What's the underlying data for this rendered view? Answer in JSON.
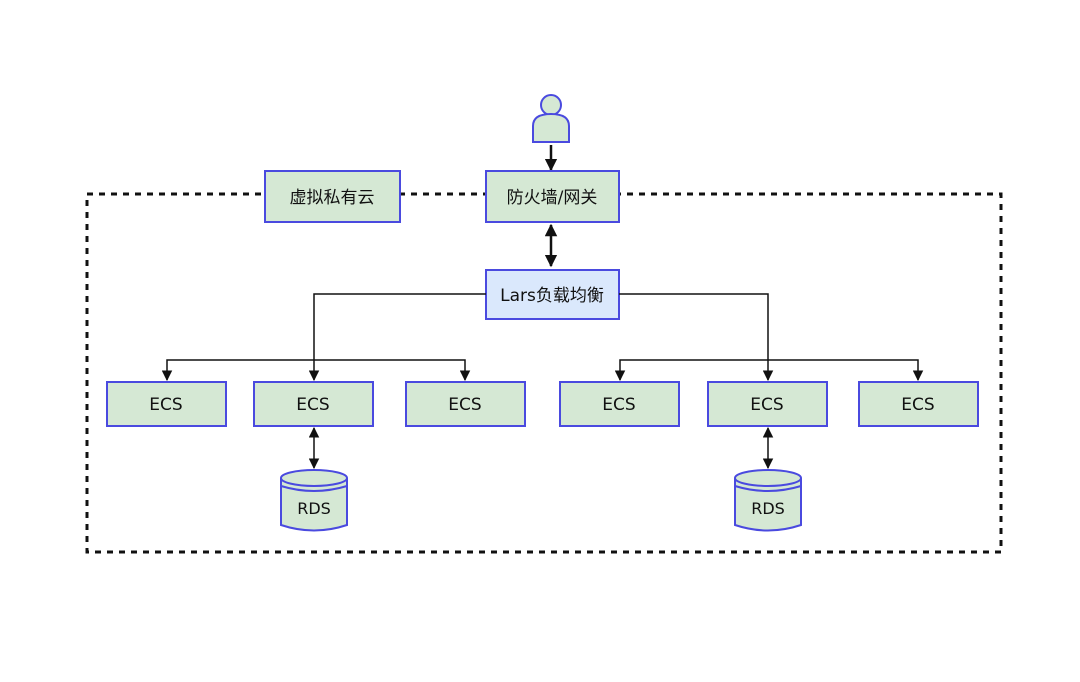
{
  "diagram": {
    "vpc_label": "虚拟私有云",
    "firewall_label": "防火墙/网关",
    "lb_label": "Lars负载均衡",
    "ecs_nodes": [
      {
        "label": "ECS"
      },
      {
        "label": "ECS"
      },
      {
        "label": "ECS"
      },
      {
        "label": "ECS"
      },
      {
        "label": "ECS"
      },
      {
        "label": "ECS"
      }
    ],
    "rds_nodes": [
      {
        "label": "RDS"
      },
      {
        "label": "RDS"
      }
    ],
    "colors": {
      "green_fill": "#d5e8d4",
      "blue_fill": "#dae8fc",
      "node_border": "#4a4adf",
      "edge": "#111111"
    },
    "icons": [
      "user-icon",
      "database-icon"
    ]
  }
}
